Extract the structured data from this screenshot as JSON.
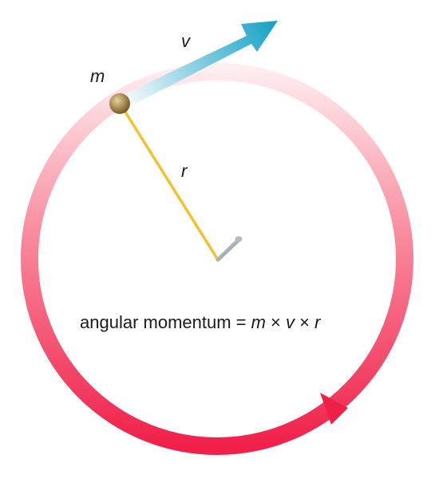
{
  "labels": {
    "mass": "m",
    "velocity": "v",
    "radius": "r"
  },
  "formula": {
    "prefix": "angular momentum = ",
    "m": "m",
    "times1": " × ",
    "v": "v",
    "times2": " × ",
    "r": "r"
  },
  "colors": {
    "orbit_light": "#fde2e6",
    "orbit_dark": "#f0204a",
    "string": "#f2c12e",
    "arrow_light": "#eaf6fa",
    "arrow_dark": "#17a3c6",
    "ball": "#a88a52",
    "nail": "#9aa0a6"
  }
}
